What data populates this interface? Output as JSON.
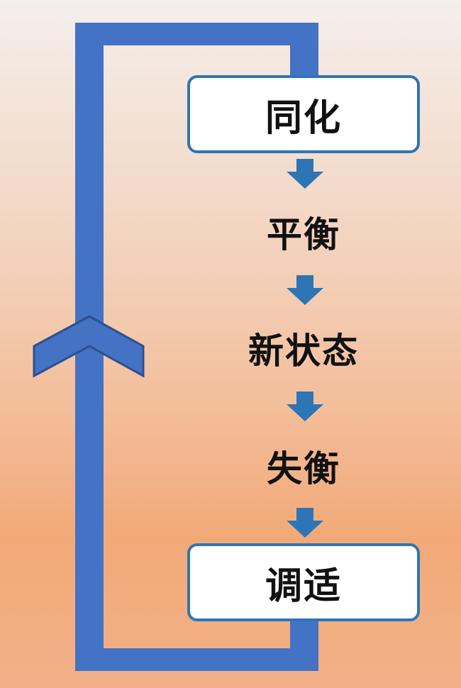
{
  "diagram": {
    "nodes": [
      {
        "id": "assimilation",
        "label": "同化",
        "boxed": true
      },
      {
        "id": "balance",
        "label": "平衡",
        "boxed": false
      },
      {
        "id": "new_state",
        "label": "新状态",
        "boxed": false
      },
      {
        "id": "imbalance",
        "label": "失衡",
        "boxed": false
      },
      {
        "id": "adjustment",
        "label": "调适",
        "boxed": true
      }
    ],
    "flow": [
      "assimilation",
      "balance",
      "new_state",
      "imbalance",
      "adjustment"
    ],
    "loop": {
      "from": "adjustment",
      "to": "assimilation",
      "direction": "up"
    },
    "colors": {
      "loop_bar": "#4472c4",
      "chevron_stroke": "#2f4f8f",
      "arrow": "#2e75b6",
      "box_border": "#2e75b6",
      "text": "#111111"
    },
    "icons": {
      "down_arrow": "arrow-down-icon",
      "loop_chevron": "chevron-up-icon"
    }
  }
}
